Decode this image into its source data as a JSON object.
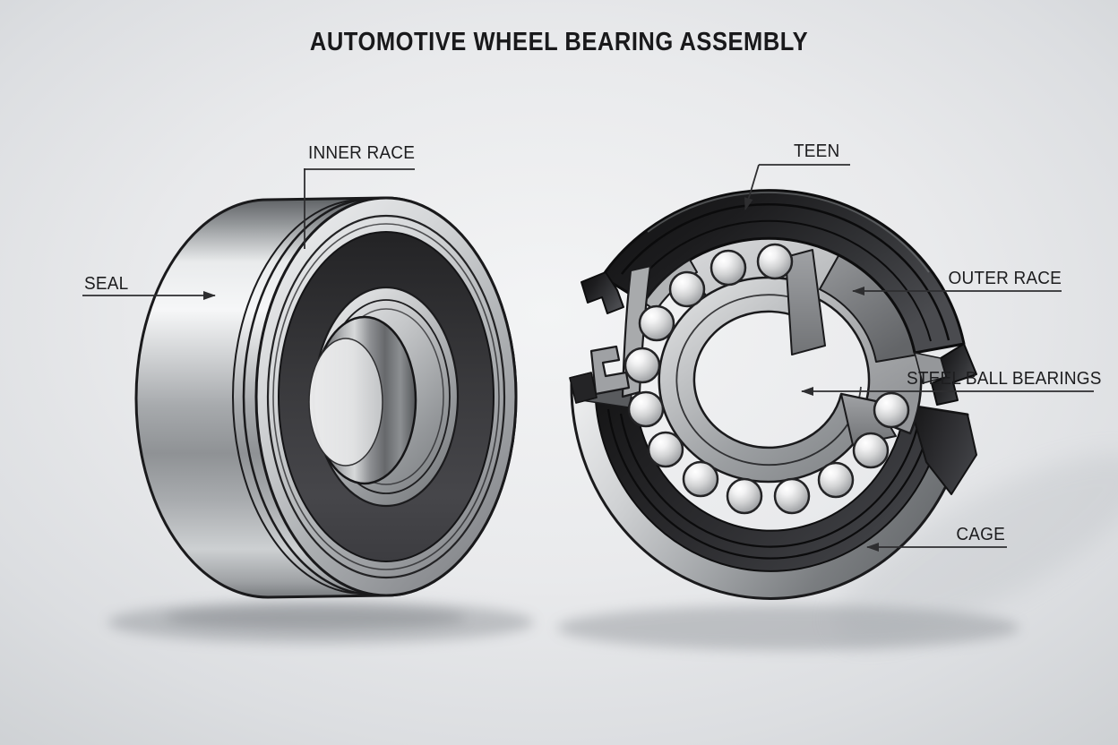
{
  "title": "AUTOMOTIVE WHEEL BEARING ASSEMBLY",
  "labels": {
    "inner_race": "INNER RACE",
    "seal": "SEAL",
    "teen": "TEEN",
    "outer_race": "OUTER RACE",
    "steel_ball_bearings": "STEEL BALL BEARINGS",
    "cage": "CAGE"
  },
  "figure": {
    "ball_count": 13
  },
  "colors": {
    "background": "#e9ebed",
    "ink": "#1a1a1c",
    "text": "#1d1d1f",
    "seal_ring": "#3a3a3e",
    "metal_light": "#f2f3f4",
    "metal_dark": "#7a7d80",
    "leader_line": "#2e2e30"
  }
}
